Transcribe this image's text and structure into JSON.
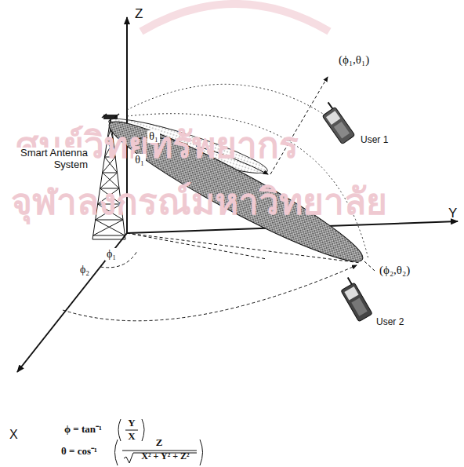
{
  "diagram": {
    "labels": [
      "ศูนย์วิทยทรัพยากร",
      "จุฬาลงกรณ์มหาวิทยาลัย",
      "Z",
      "Y",
      "X",
      "Smart Antenna System",
      "θ₁",
      "θ₁",
      "ϕ₁",
      "ϕ₂",
      "(ϕ₁,θ₁)",
      "(ϕ₂,θ₂)",
      "User 1",
      "User 2",
      "ϕ = tan⁻¹",
      "Y",
      "X",
      "θ = cos⁻¹",
      "Z",
      "X² + Y² + Z²"
    ]
  }
}
